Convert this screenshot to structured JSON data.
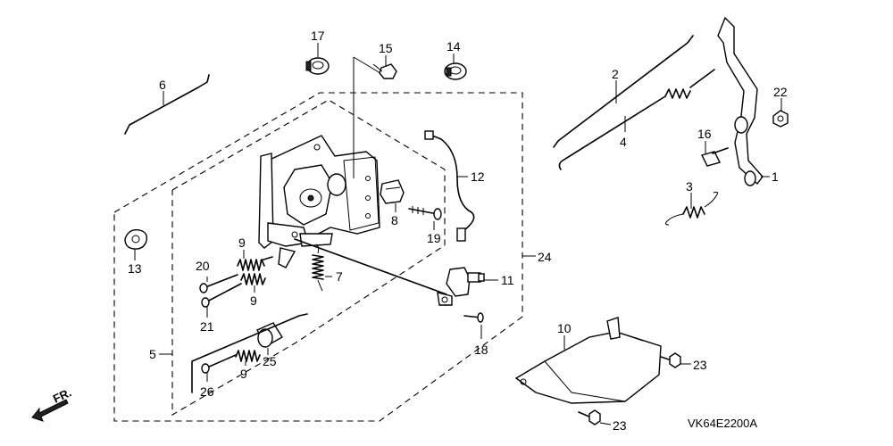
{
  "diagram_code": "VK64E2200A",
  "direction_label": "FR.",
  "callouts": {
    "c1": "1",
    "c2": "2",
    "c3": "3",
    "c4": "4",
    "c5": "5",
    "c6": "6",
    "c7": "7",
    "c8": "8",
    "c9a": "9",
    "c9b": "9",
    "c9c": "9",
    "c10": "10",
    "c11": "11",
    "c12": "12",
    "c13": "13",
    "c14": "14",
    "c15": "15",
    "c16": "16",
    "c17": "17",
    "c18": "18",
    "c19": "19",
    "c20": "20",
    "c21": "21",
    "c22": "22",
    "c23a": "23",
    "c23b": "23",
    "c24": "24",
    "c25": "25",
    "c26": "26"
  }
}
